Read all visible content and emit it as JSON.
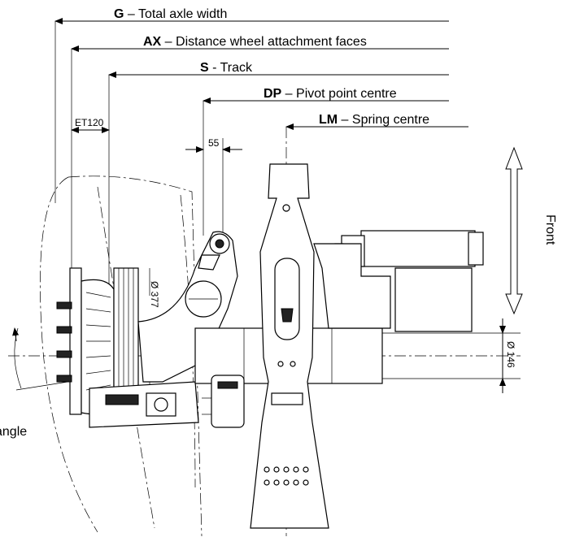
{
  "dimensions": [
    {
      "code": "G",
      "sep": " – ",
      "text": "Total axle width"
    },
    {
      "code": "AX",
      "sep": " – ",
      "text": "Distance wheel attachment faces"
    },
    {
      "code": "S",
      "sep": " - ",
      "text": "Track"
    },
    {
      "code": "DP",
      "sep": " – ",
      "text": "Pivot point centre"
    },
    {
      "code": "LM",
      "sep": " – ",
      "text": "Spring centre"
    }
  ],
  "small_dims": {
    "et": "ET120",
    "offset": "55",
    "brake_diameter": "Ø 377",
    "axle_diameter": "Ø 146"
  },
  "side_labels": {
    "front": "Front",
    "angle": "angle"
  }
}
